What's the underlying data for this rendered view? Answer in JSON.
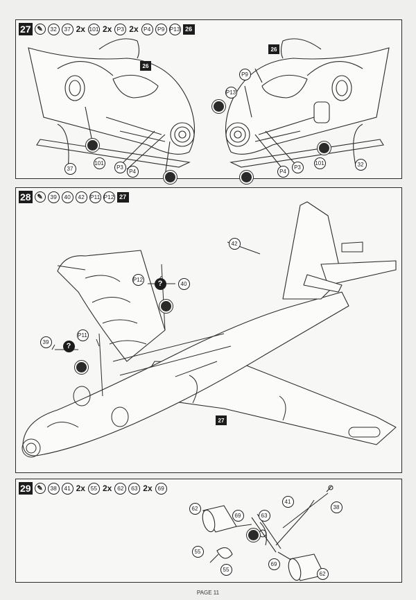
{
  "page_number": "PAGE 11",
  "steps": [
    {
      "number": "27",
      "glue_symbol": "✎",
      "parts": [
        {
          "id": "32"
        },
        {
          "id": "37"
        },
        {
          "qty": "2x",
          "id": "101"
        },
        {
          "qty": "2x",
          "id": "P3"
        },
        {
          "qty": "2x",
          "id": "P4"
        },
        {
          "id": "P9"
        },
        {
          "id": "P13"
        }
      ],
      "ref_step": "26",
      "labels": {
        "ref_left": "26",
        "ref_right": "26",
        "p9": "P9",
        "p13": "P13",
        "p3_l": "P3",
        "p4_l": "P4",
        "p101_l": "101",
        "p37": "37",
        "p3_r": "P3",
        "p4_r": "P4",
        "p101_r": "101",
        "p32": "32"
      }
    },
    {
      "number": "28",
      "glue_symbol": "✎",
      "parts": [
        {
          "id": "39"
        },
        {
          "id": "40"
        },
        {
          "id": "42"
        },
        {
          "id": "P11"
        },
        {
          "id": "P12"
        }
      ],
      "ref_step": "27",
      "labels": {
        "p42": "42",
        "p12": "P12",
        "p40": "40",
        "p39": "39",
        "p11": "P11",
        "ref": "27",
        "q1": "?",
        "q2": "?"
      }
    },
    {
      "number": "29",
      "glue_symbol": "✎",
      "parts": [
        {
          "id": "38"
        },
        {
          "id": "41"
        },
        {
          "qty": "2x",
          "id": "55"
        },
        {
          "qty": "2x",
          "id": "62"
        },
        {
          "id": "63"
        },
        {
          "qty": "2x",
          "id": "69"
        }
      ],
      "labels": {
        "p62a": "62",
        "p69a": "69",
        "p63": "63",
        "p41": "41",
        "p38": "38",
        "p55a": "55",
        "p55b": "55",
        "p69b": "69",
        "p62b": "62"
      }
    }
  ]
}
